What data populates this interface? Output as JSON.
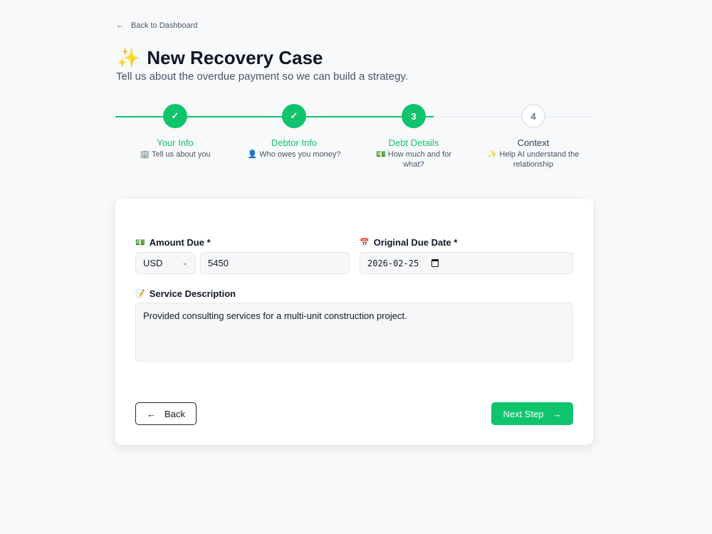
{
  "nav": {
    "back_label": "Back to Dashboard"
  },
  "header": {
    "icon": "✨",
    "title": "New Recovery Case",
    "subtitle": "Tell us about the overdue payment so we can build a strategy."
  },
  "stepper": {
    "progress_steps_complete": 2,
    "current_step": 3,
    "steps": [
      {
        "marker": "✓",
        "label": "Your Info",
        "icon": "🏢",
        "sub": "Tell us about you",
        "state": "done"
      },
      {
        "marker": "✓",
        "label": "Debtor Info",
        "icon": "👤",
        "sub": "Who owes you money?",
        "state": "done"
      },
      {
        "marker": "3",
        "label": "Debt Details",
        "icon": "💵",
        "sub": "How much and for what?",
        "state": "current"
      },
      {
        "marker": "4",
        "label": "Context",
        "icon": "✨",
        "sub": "Help AI understand the relationship",
        "state": "todo"
      }
    ]
  },
  "form": {
    "amount_icon": "💵",
    "amount_label": "Amount Due *",
    "currency": "USD",
    "amount": "5450",
    "date_icon": "📅",
    "date_label": "Original Due Date *",
    "date": "2026-02-25",
    "desc_icon": "📝",
    "desc_label": "Service Description",
    "description": "Provided consulting services for a multi-unit construction project."
  },
  "actions": {
    "back": "Back",
    "next": "Next Step"
  },
  "colors": {
    "accent": "#10c46d"
  }
}
